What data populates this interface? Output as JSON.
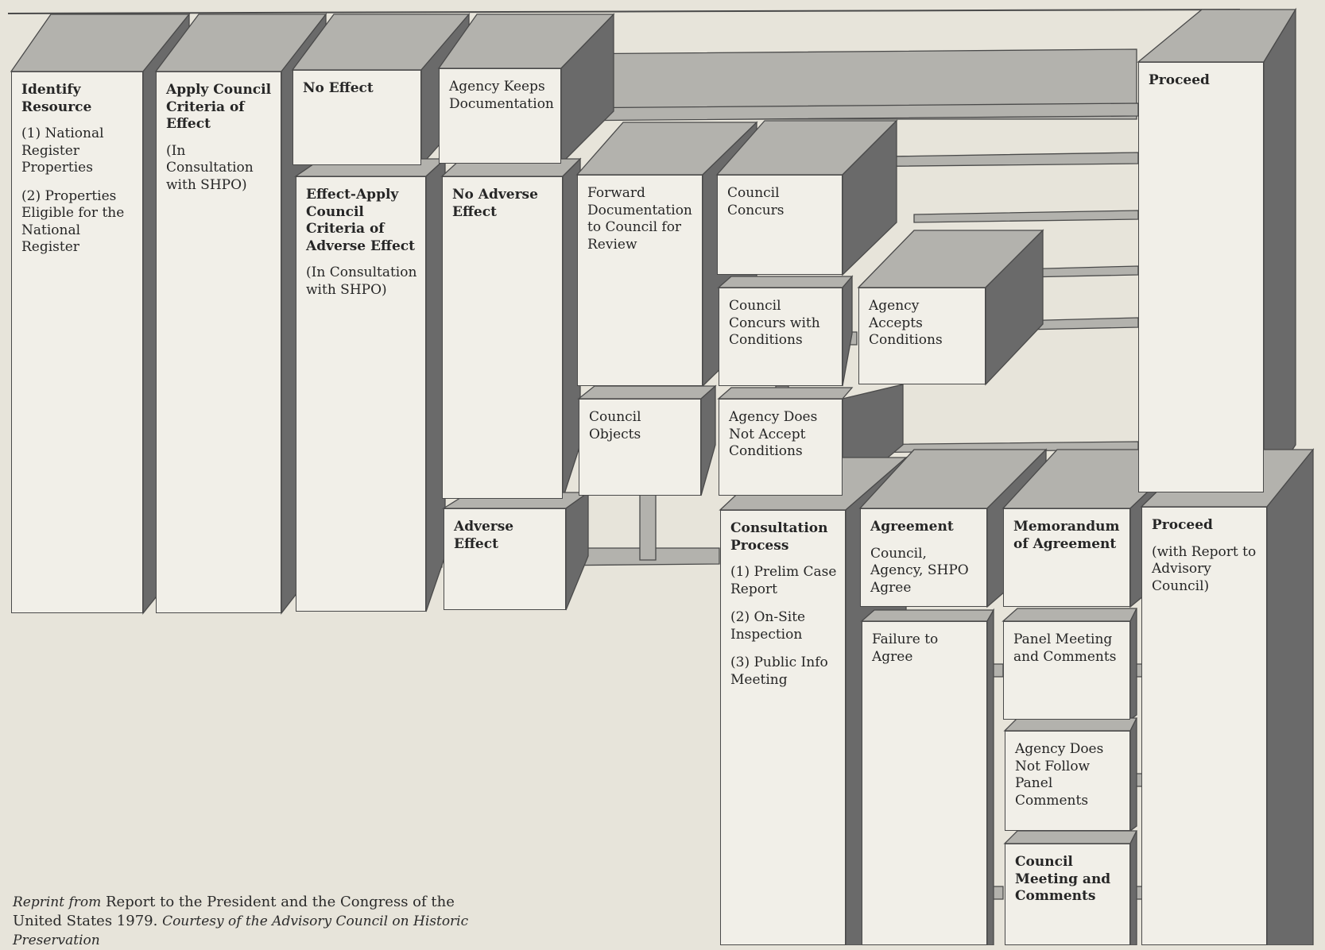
{
  "colors": {
    "paper": "#e7e4da",
    "face": "#f1efe8",
    "top": "#b3b2ad",
    "side": "#6a6a6a",
    "edge": "#4a4a4a"
  },
  "boxes": {
    "identify": {
      "title": "Identify Resource",
      "items": [
        "(1) National Register Properties",
        "(2) Properties Eligible for the National Register"
      ]
    },
    "apply_criteria": {
      "title": "Apply Council Criteria of Effect",
      "body": "(In Consultation with SHPO)"
    },
    "no_effect": {
      "title": "No Effect"
    },
    "agency_keeps": {
      "title": "Agency Keeps Documentation"
    },
    "proceed_top": {
      "title": "Proceed"
    },
    "effect_apply": {
      "title": "Effect-Apply Council Criteria of Adverse Effect",
      "body": "(In Consultation with SHPO)"
    },
    "no_adverse": {
      "title": "No Adverse Effect"
    },
    "forward_doc": {
      "title": "Forward Documentation to Council for Review"
    },
    "council_concurs": {
      "title": "Council Concurs"
    },
    "concurs_conditions": {
      "title": "Council Concurs with Conditions"
    },
    "agency_accepts": {
      "title": "Agency Accepts Conditions"
    },
    "council_objects": {
      "title": "Council Objects"
    },
    "agency_not_accept": {
      "title": "Agency Does Not Accept Conditions"
    },
    "adverse_effect": {
      "title": "Adverse Effect"
    },
    "consultation": {
      "title": "Consultation Process",
      "items": [
        "(1) Prelim Case Report",
        "(2) On-Site Inspection",
        "(3) Public Info Meeting"
      ]
    },
    "agreement": {
      "title": "Agreement",
      "body": "Council, Agency, SHPO Agree"
    },
    "memorandum": {
      "title": "Memorandum of Agreement"
    },
    "proceed_report": {
      "title": "Proceed",
      "body": "(with Report to Advisory Council)"
    },
    "failure": {
      "title": "Failure to Agree"
    },
    "panel_meeting": {
      "title": "Panel Meeting and Comments"
    },
    "not_follow": {
      "title": "Agency Does Not Follow Panel Comments"
    },
    "council_meeting": {
      "title": "Council Meeting and Comments"
    }
  },
  "caption": {
    "lead": "Reprint from",
    "main": "Report to the President and the Congress of the United States 1979.",
    "credit": "Courtesy of the Advisory Council on Historic Preservation"
  }
}
